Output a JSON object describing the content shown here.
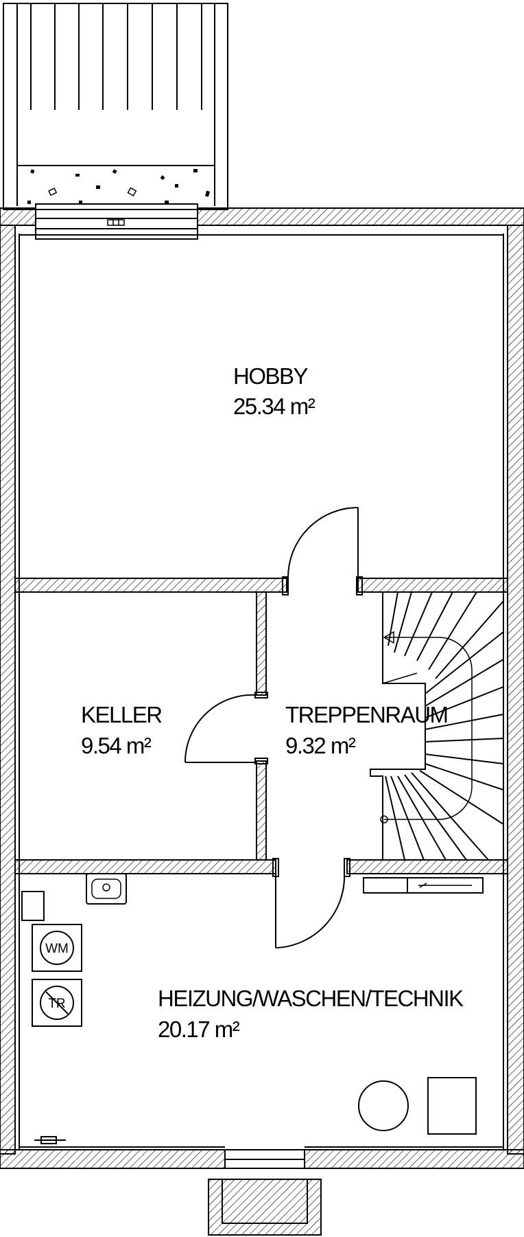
{
  "rooms": {
    "hobby": {
      "name": "HOBBY",
      "area": "25.34 m²"
    },
    "keller": {
      "name": "KELLER",
      "area": "9.54 m²"
    },
    "treppen": {
      "name": "TREPPENRAUM",
      "area": "9.32 m²"
    },
    "heizung": {
      "name": "HEIZUNG/WASCHEN/TECHNIK",
      "area": "20.17 m²"
    }
  },
  "appliances": {
    "washer": "WM",
    "dryer": "TR"
  },
  "colors": {
    "line": "#000000",
    "background": "#ffffff"
  }
}
